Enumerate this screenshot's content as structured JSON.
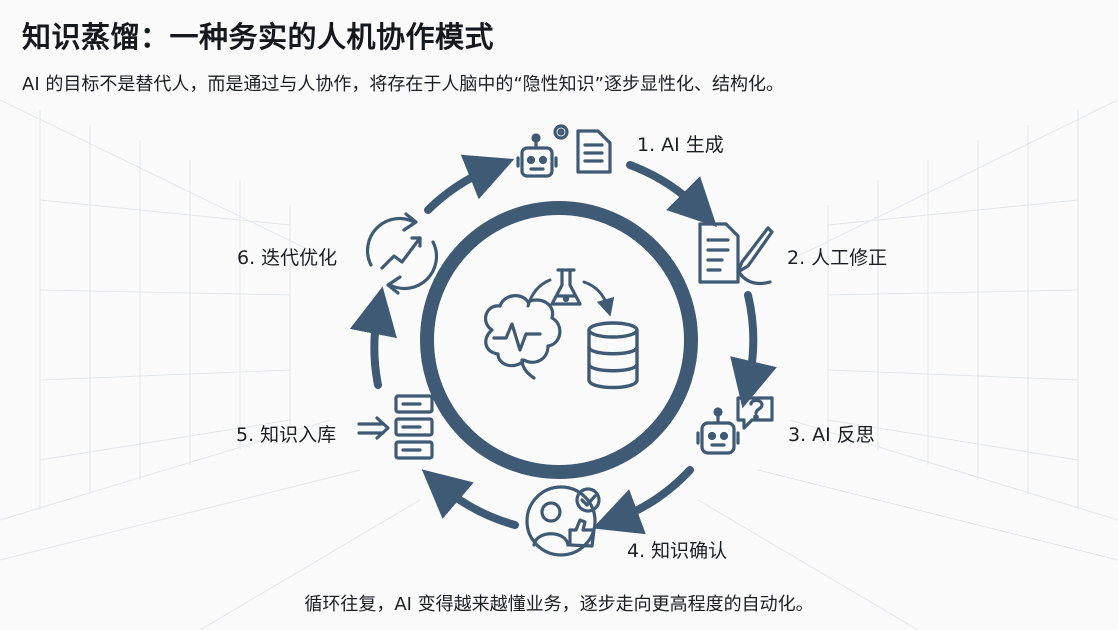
{
  "title": "知识蒸馏：一种务实的人机协作模式",
  "subtitle": "AI 的目标不是替代人，而是通过与人协作，将存在于人脑中的“隐性知识”逐步显性化、结构化。",
  "footer": "循环往复，AI 变得越来越懂业务，逐步走向更高程度的自动化。",
  "steps": [
    {
      "label": "1. AI 生成",
      "icon": "robot-document-icon"
    },
    {
      "label": "2. 人工修正",
      "icon": "document-pen-icon"
    },
    {
      "label": "3. AI 反思",
      "icon": "robot-question-icon"
    },
    {
      "label": "4. 知识确认",
      "icon": "person-check-thumbsup-icon"
    },
    {
      "label": "5. 知识入库",
      "icon": "database-server-icon"
    },
    {
      "label": "6. 迭代优化",
      "icon": "iteration-chart-icon"
    }
  ],
  "center_icons": [
    "brain-icon",
    "flask-icon",
    "database-icon"
  ],
  "colors": {
    "primary": "#3f5a75",
    "text": "#1b1e22",
    "background": "#fbfbfc"
  }
}
